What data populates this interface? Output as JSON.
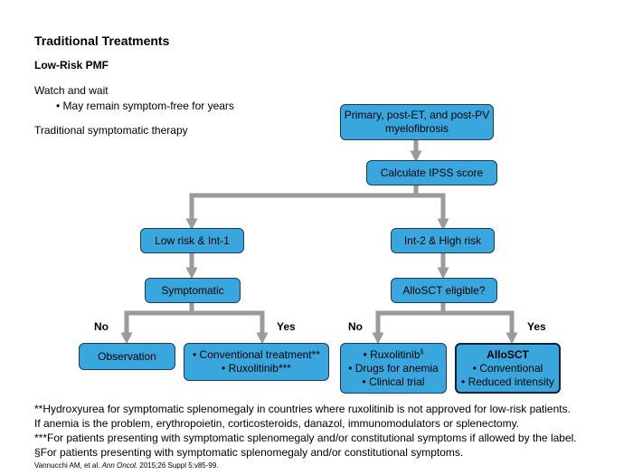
{
  "slide": {
    "title": "Traditional Treatments",
    "subtitle": "Low-Risk PMF"
  },
  "left_text": {
    "watch_wait": "Watch and wait",
    "bullet": "• May remain symptom-free for years",
    "traditional": "Traditional symptomatic therapy"
  },
  "flowchart": {
    "start": [
      "Primary, post-ET, and post-PV",
      "myelofibrosis"
    ],
    "ipss": "Calculate IPSS score",
    "low_risk": "Low risk & Int-1",
    "high_risk": "Int-2 & High risk",
    "symptomatic": "Symptomatic",
    "allosct_eligible": "AlloSCT eligible?",
    "no_label": "No",
    "yes_label": "Yes",
    "observation": "Observation",
    "conventional": "• Conventional treatment**",
    "ruxolitinib_3": "• Ruxolitinib***",
    "ruxolitinib_s": "• Ruxolitinib",
    "section_mark": "§",
    "drugs_anemia": "• Drugs for anemia",
    "clinical_trial": "• Clinical trial",
    "allosct_title": "AlloSCT",
    "allosct_conventional": "• Conventional",
    "allosct_reduced": "• Reduced intensity",
    "colors": {
      "box_fill": "#39a7dd",
      "box_border": "#1d3a5a",
      "arrow": "#9a9a9a"
    }
  },
  "footnotes": {
    "line1": "**Hydroxyurea for symptomatic splenomegaly in countries where ruxolitinib is not approved for low-risk patients.",
    "line2": "If anemia is the problem, erythropoietin, corticosteroids, danazol, immunomodulators or splenectomy.",
    "line3": "***For patients presenting with symptomatic splenomegaly and/or constitutional symptoms if allowed by the label.",
    "line4": "§For patients presenting with symptomatic splenomegaly and/or constitutional symptoms.",
    "cite_authors": "Vannucchi AM, et al. ",
    "cite_journal": "Ann Oncol.",
    "cite_rest": " 2015;26 Suppl 5:v85-99."
  }
}
